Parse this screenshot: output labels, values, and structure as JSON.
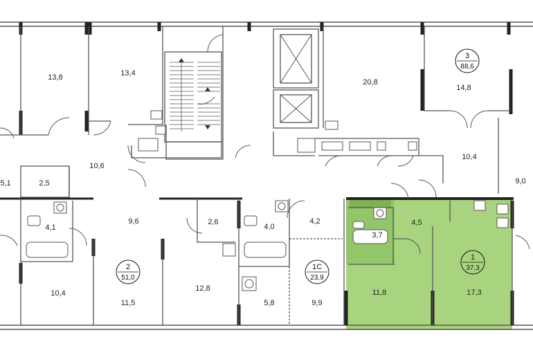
{
  "rooms": {
    "r13_8": "13,8",
    "r13_4": "13,4",
    "r20_8": "20,8",
    "r14_8": "14,8",
    "r5_1": "5,1",
    "r2_5": "2,5",
    "r10_6": "10,6",
    "r10_4_top": "10,4",
    "r9_0": "9,0",
    "r4_1": "4,1",
    "r9_6": "9,6",
    "r2_6": "2,6",
    "r4_0": "4,0",
    "r4_2": "4,2",
    "r3_7": "3,7",
    "r4_5": "4,5",
    "r10_4_bottom": "10,4",
    "r11_5": "11,5",
    "r12_8": "12,8",
    "r5_8": "5,8",
    "r9_9": "9,9",
    "r11_8": "11,8",
    "r17_3": "17,3"
  },
  "apartments": [
    {
      "number": "3",
      "area": "88,6"
    },
    {
      "number": "2",
      "area": "51,0"
    },
    {
      "number": "1С",
      "area": "23,9"
    },
    {
      "number": "1",
      "area": "37,3"
    }
  ],
  "colors": {
    "highlight_fill": "#a6d37c",
    "highlight_dark": "#8cc063",
    "wall": "#4a4a4a",
    "window": "#222222"
  }
}
